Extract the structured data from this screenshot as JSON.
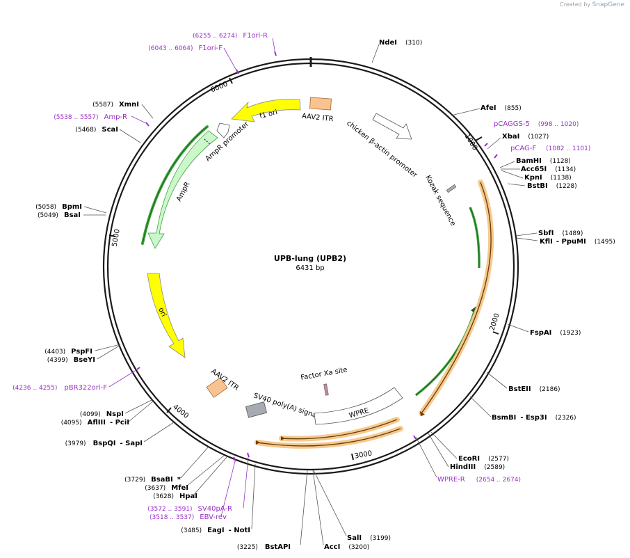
{
  "credit": {
    "created_by": "Created by",
    "brand": "SnapGene"
  },
  "plasmid": {
    "name": "UPB-lung (UPB2)",
    "size_label": "6431 bp"
  },
  "ticks": [
    "1000",
    "2000",
    "3000",
    "4000",
    "5000",
    "6000"
  ],
  "features": {
    "aav2_itr_top": "AAV2 ITR",
    "cba_promoter": "chicken β-actin promoter",
    "kozak": "Kozak sequence",
    "f1_ori": "f1 ori",
    "ampr_promoter": "AmpR promoter",
    "ampr": "AmpR",
    "ori": "ori",
    "aav2_itr_bottom": "AAV2 ITR",
    "sv40_polya": "SV40 poly(A) signal",
    "factor_xa": "Factor Xa site",
    "wpre": "WPRE"
  },
  "enzymes": {
    "ndei": {
      "name": "NdeI",
      "pos": "(310)"
    },
    "afei": {
      "name": "AfeI",
      "pos": "(855)"
    },
    "xbai": {
      "name": "XbaI",
      "pos": "(1027)"
    },
    "bamhi": {
      "name": "BamHI",
      "pos": "(1128)"
    },
    "acc65i": {
      "name": "Acc65I",
      "pos": "(1134)"
    },
    "kpni": {
      "name": "KpnI",
      "pos": "(1138)"
    },
    "bstbi": {
      "name": "BstBI",
      "pos": "(1228)"
    },
    "sbfi": {
      "name": "SbfI",
      "pos": "(1489)"
    },
    "kfli": {
      "name": "KflI",
      "extra": "- PpuMI",
      "pos": "(1495)"
    },
    "fspai": {
      "name": "FspAI",
      "pos": "(1923)"
    },
    "bsteii": {
      "name": "BstEII",
      "pos": "(2186)"
    },
    "bsmbi": {
      "name": "BsmBI",
      "extra": "- Esp3I",
      "pos": "(2326)"
    },
    "ecori": {
      "name": "EcoRI",
      "pos": "(2577)"
    },
    "hindiii": {
      "name": "HindIII",
      "pos": "(2589)"
    },
    "sali": {
      "name": "SalI",
      "pos": "(3199)"
    },
    "acci": {
      "name": "AccI",
      "pos": "(3200)"
    },
    "bstapi": {
      "name": "BstAPI",
      "pos": "(3225)"
    },
    "eagi": {
      "name": "EagI",
      "extra": "- NotI",
      "pos": "(3485)"
    },
    "hpai": {
      "name": "HpaI",
      "pos": "(3628)"
    },
    "mfei": {
      "name": "MfeI",
      "pos": "(3637)"
    },
    "bsabi": {
      "name": "BsaBI",
      "extra": "*",
      "pos": "(3729)"
    },
    "bspqi": {
      "name": "BspQI",
      "extra": "- SapI",
      "pos": "(3979)"
    },
    "afliii": {
      "name": "AflIII",
      "extra": "- PciI",
      "pos": "(4095)"
    },
    "nspi": {
      "name": "NspI",
      "pos": "(4099)"
    },
    "bseyi": {
      "name": "BseYI",
      "pos": "(4399)"
    },
    "pspfi": {
      "name": "PspFI",
      "pos": "(4403)"
    },
    "bsai": {
      "name": "BsaI",
      "pos": "(5049)"
    },
    "bpmi": {
      "name": "BpmI",
      "pos": "(5058)"
    },
    "scai": {
      "name": "ScaI",
      "pos": "(5468)"
    },
    "xmni": {
      "name": "XmnI",
      "pos": "(5587)"
    }
  },
  "primers": {
    "pcaggs5": {
      "name": "pCAGGS-5",
      "range": "(998 .. 1020)"
    },
    "pcagf": {
      "name": "pCAG-F",
      "range": "(1082 .. 1101)"
    },
    "wprer": {
      "name": "WPRE-R",
      "range": "(2654 .. 2674)"
    },
    "sv40par": {
      "name": "SV40pA-R",
      "range": "(3572 .. 3591)"
    },
    "ebvrev": {
      "name": "EBV-rev",
      "range": "(3518 .. 3537)"
    },
    "pbr322orif": {
      "name": "pBR322ori-F",
      "range": "(4236 .. 4255)"
    },
    "ampr_primer": {
      "name": "Amp-R",
      "range": "(5538 .. 5557)"
    },
    "f1orif": {
      "name": "F1ori-F",
      "range": "(6043 .. 6064)"
    },
    "f1orir": {
      "name": "F1ori-R",
      "range": "(6255 .. 6274)"
    }
  },
  "colors": {
    "backbone": "#1a1a1a",
    "primer": "#9b30c8",
    "itr": "#f9c291",
    "f1ori": "#ffff00",
    "ampr": "#ccf7cc",
    "orf_green": "#3aa63a",
    "orf_orange": "#f6a94a",
    "polyA": "#a7aab1"
  }
}
